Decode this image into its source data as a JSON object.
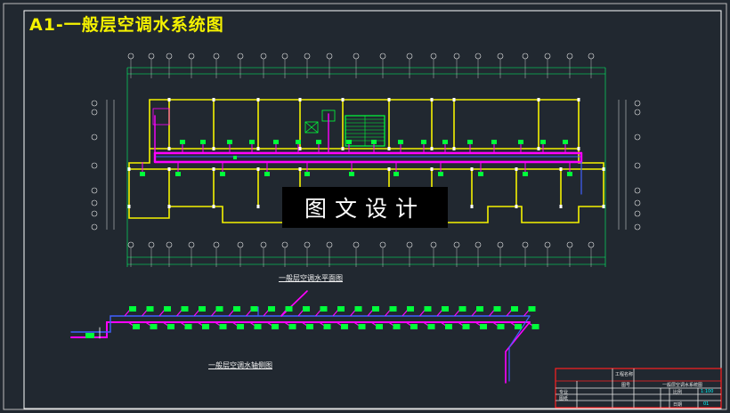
{
  "drawing": {
    "title": "A1-一般层空调水系统图",
    "plan_caption": "一般层空调水平面图",
    "iso_caption": "一般层空调水轴侧图",
    "watermark": "图文设计"
  },
  "title_block": {
    "project": "工程名称",
    "drawing_name": "一般层空调水系统图",
    "label_1": "图号",
    "label_2": "专业",
    "label_3": "比例",
    "label_4": "图纸",
    "label_5": "日期",
    "scale": "1:100",
    "sheet": "01"
  },
  "colors": {
    "background": "#212830",
    "wall": "#f5f200",
    "supply_pipe": "#ff00ff",
    "return_pipe": "#4060ff",
    "fan_coil": "#00ff3a",
    "axis": "#e8e8e8",
    "title_block_border": "#ff2020"
  }
}
